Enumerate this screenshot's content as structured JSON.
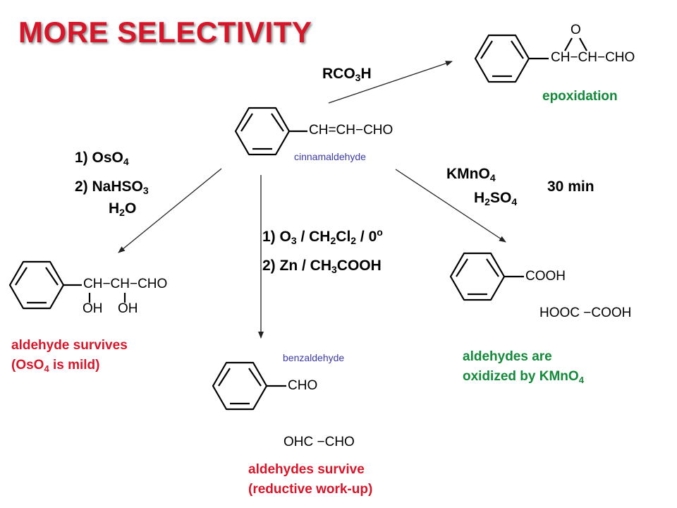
{
  "title": "MORE SELECTIVITY",
  "colors": {
    "title": "#d6172a",
    "green_note": "#138a3a",
    "red_note": "#d6172a",
    "name_label": "#3a3aa8",
    "ink": "#000000"
  },
  "start": {
    "formula": "CH=CH−CHO",
    "name": "cinnamaldehyde"
  },
  "epoxidation": {
    "reagent_main": "RCO",
    "reagent_sub": "3",
    "reagent_end": "H",
    "product_o": "O",
    "product_formula": "CH−CH−CHO",
    "note": "epoxidation"
  },
  "dihydroxylation": {
    "step1_a": "1) OsO",
    "step1_sub": "4",
    "step2_a": "2) NaHSO",
    "step2_sub": "3",
    "water_a": "H",
    "water_sub": "2",
    "water_b": "O",
    "product_formula": "CH−CH−CHO",
    "product_oh1": "OH",
    "product_oh2": "OH",
    "note_line1": "aldehyde survives",
    "note_line2_a": "(OsO",
    "note_line2_sub": "4",
    "note_line2_b": " is mild)"
  },
  "ozonolysis": {
    "step1_a": "1) O",
    "step1_sub1": "3",
    "step1_b": " / CH",
    "step1_sub2": "2",
    "step1_c": "Cl",
    "step1_sub3": "2",
    "step1_d": " / 0",
    "step1_sup": "o",
    "step2_a": "2) Zn / CH",
    "step2_sub": "3",
    "step2_b": "COOH",
    "product_name": "benzaldehyde",
    "product_formula": "CHO",
    "product_2": "OHC −CHO",
    "note_line1": "aldehydes survive",
    "note_line2": "(reductive work-up)"
  },
  "permanganate": {
    "reagent1_a": "KMnO",
    "reagent1_sub": "4",
    "reagent2_a": "H",
    "reagent2_sub1": "2",
    "reagent2_b": "SO",
    "reagent2_sub2": "4",
    "time": "30 min",
    "product_formula": "COOH",
    "product_2": "HOOC −COOH",
    "note_line1": "aldehydes are",
    "note_line2_a": "oxidized by KMnO",
    "note_line2_sub": "4"
  }
}
